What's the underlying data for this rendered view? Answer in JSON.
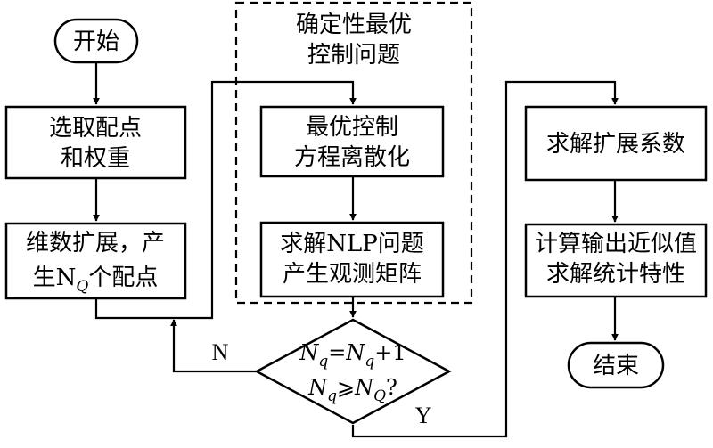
{
  "flow": {
    "start": "开始",
    "select_points": [
      "选取配点",
      "和权重"
    ],
    "expand": {
      "line1": "维数扩展，产",
      "line2_prefix": "生N",
      "line2_sub": "Q",
      "line2_suffix": "个配点"
    },
    "group_title": [
      "确定性最优",
      "控制问题"
    ],
    "discretize": [
      "最优控制",
      "方程离散化"
    ],
    "solve_nlp": [
      "求解NLP问题",
      "产生观测矩阵"
    ],
    "decision": {
      "l1_var": "N",
      "l1_sub": "q",
      "l1_op": "=",
      "l1_var2": "N",
      "l1_sub2": "q",
      "l1_rest": "+1",
      "l2_var": "N",
      "l2_sub": "q",
      "l2_op": "⩾",
      "l2_var2": "N",
      "l2_sub2": "Q",
      "l2_rest": "?"
    },
    "no_label": "N",
    "yes_label": "Y",
    "solve_coeffs": "求解扩展系数",
    "compute_output": [
      "计算输出近似值",
      "求解统计特性"
    ],
    "end": "结束"
  }
}
